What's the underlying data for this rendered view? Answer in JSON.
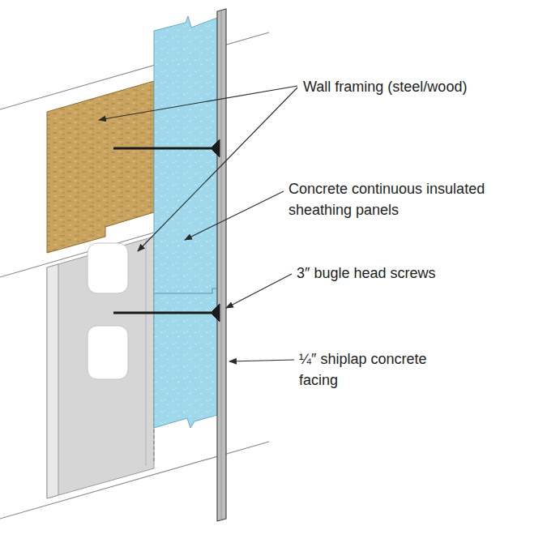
{
  "diagram": {
    "labels": [
      "Wall framing (steel/wood)",
      "Concrete continuous insulated sheathing panels",
      "3″ bugle head screws",
      "¼″ shiplap concrete facing"
    ]
  }
}
